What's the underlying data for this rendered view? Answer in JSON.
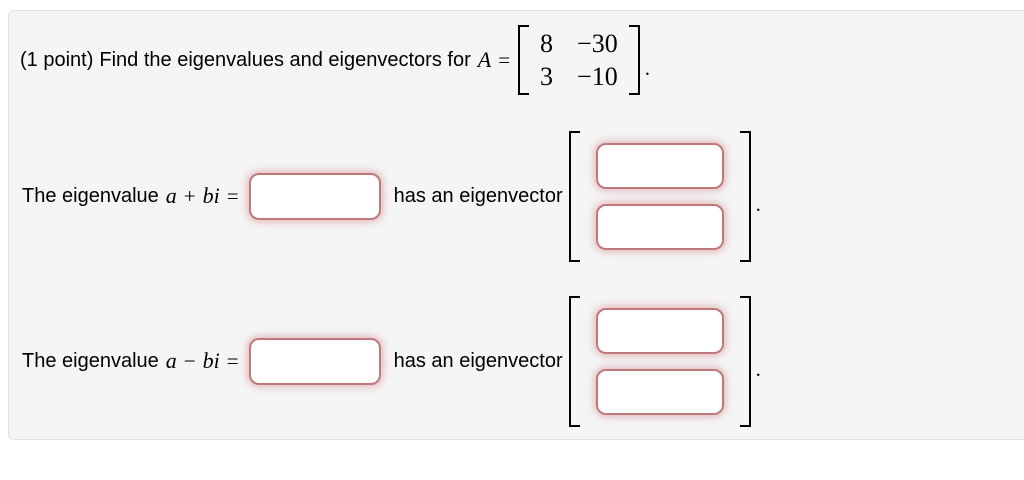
{
  "panel": {
    "background_color": "#f5f5f6",
    "border_color": "#e1e1e3"
  },
  "accent": {
    "input_border_color": "#c0787b",
    "input_glow_color": "rgba(199,112,115,0.45)"
  },
  "problem": {
    "points_label": "(1 point)",
    "intro": "Find the eigenvalues and eigenvectors for",
    "matrix_name": "A",
    "equals": "=",
    "matrix": {
      "r0c0": "8",
      "r0c1": "−30",
      "r1c0": "3",
      "r1c1": "−10"
    },
    "period": "."
  },
  "statements": [
    {
      "prefix": "The eigenvalue",
      "var1": "a",
      "op": "+",
      "var2": "bi",
      "equals": "=",
      "suffix": "has an eigenvector",
      "period": "."
    },
    {
      "prefix": "The eigenvalue",
      "var1": "a",
      "op": "−",
      "var2": "bi",
      "equals": "=",
      "suffix": "has an eigenvector",
      "period": "."
    }
  ],
  "inputs": {
    "eigenvalue_1": "",
    "eigenvector_1_entry_1": "",
    "eigenvector_1_entry_2": "",
    "eigenvalue_2": "",
    "eigenvector_2_entry_1": "",
    "eigenvector_2_entry_2": ""
  }
}
